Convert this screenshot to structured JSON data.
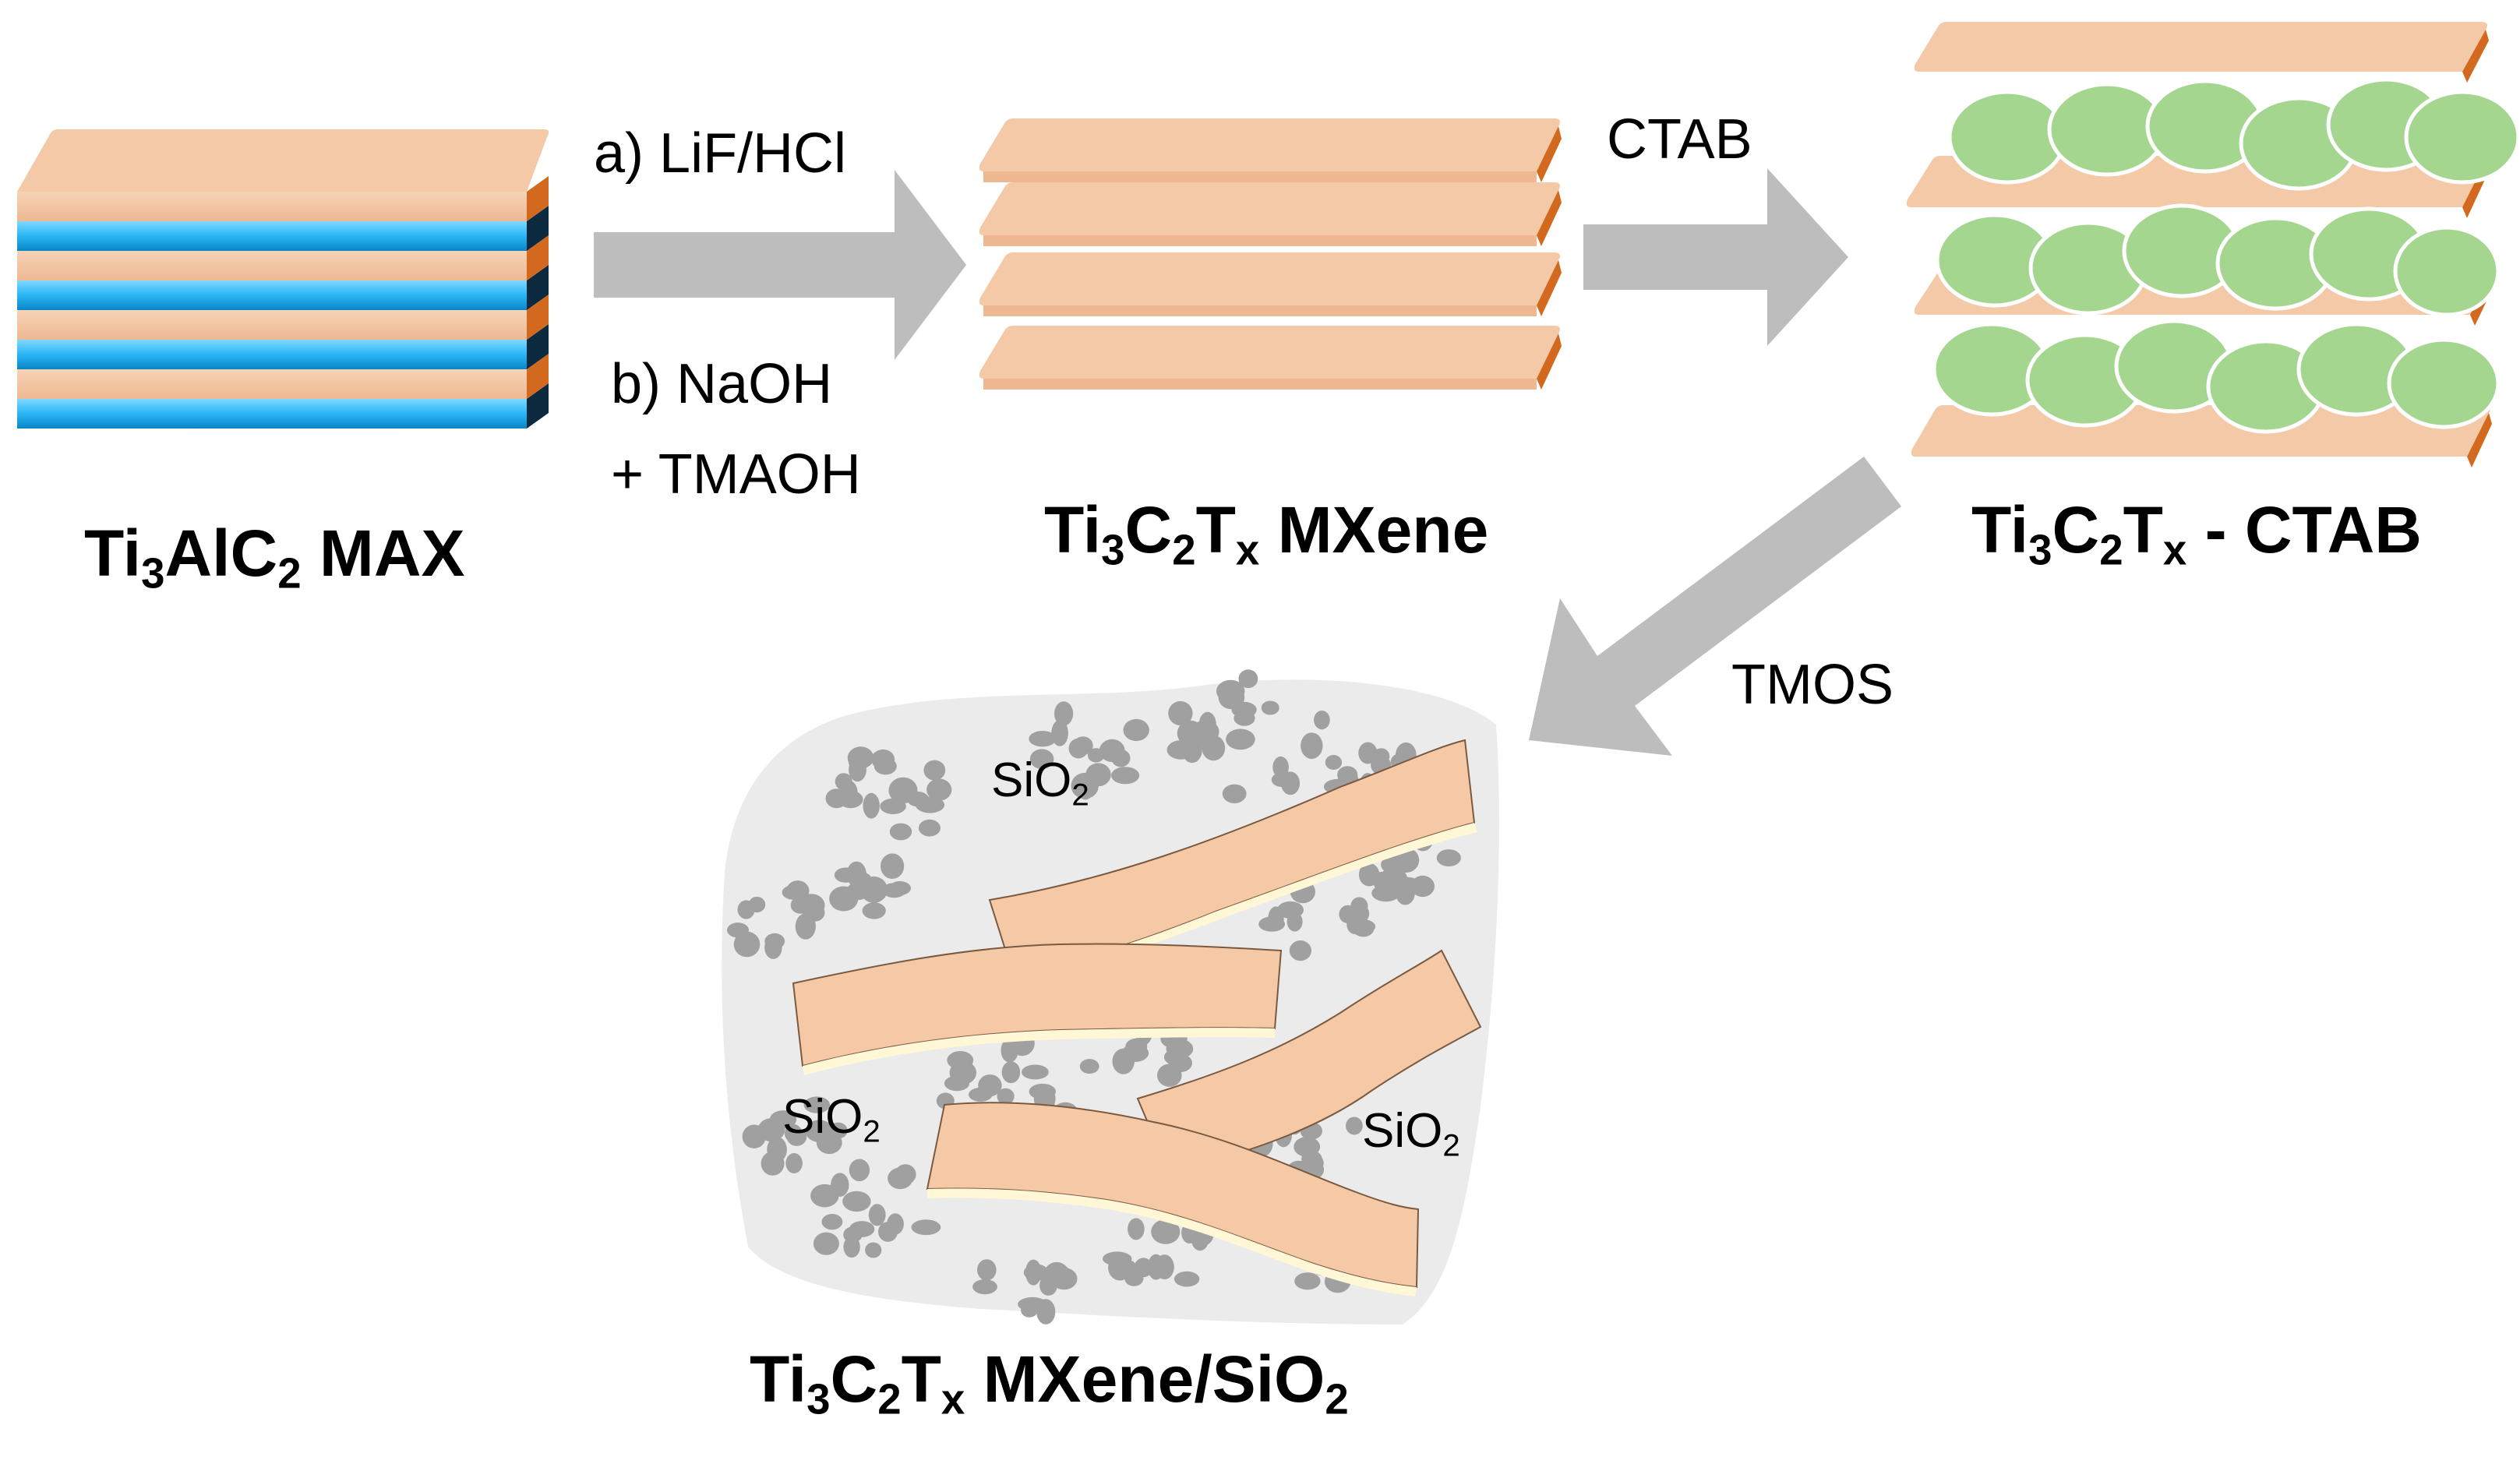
{
  "colors": {
    "layer_top": "#F4C9A7",
    "layer_side": "#D2691E",
    "al_layer": "#29B6F6",
    "al_side": "#0B2A40",
    "ctab": "#A5D68F",
    "arrow": "#BDBDBD",
    "silica": "#A0A0A0",
    "matrix": "#EBEBEB"
  },
  "stages": {
    "max": {
      "main": "Ti",
      "s1": "3",
      "m1": "AlC",
      "s2": "2",
      "m2": " MAX"
    },
    "mxene": {
      "main": "Ti",
      "s1": "3",
      "m1": "C",
      "s2": "2",
      "m2": "T",
      "s3": "x",
      "m3": " MXene"
    },
    "ctab": {
      "main": "Ti",
      "s1": "3",
      "m1": "C",
      "s2": "2",
      "m2": "T",
      "s3": "x",
      "m3": " - CTAB"
    },
    "composite": {
      "main": "Ti",
      "s1": "3",
      "m1": "C",
      "s2": "2",
      "m2": "T",
      "s3": "x",
      "m3": " MXene/SiO",
      "s4": "2"
    }
  },
  "steps": {
    "etch_a": "a) LiF/HCl",
    "etch_b1": "b) NaOH",
    "etch_b2": "+ TMAOH",
    "intercalation": "CTAB",
    "silica": "TMOS"
  },
  "silica_labels": {
    "main": "SiO",
    "sub": "2"
  },
  "icons": [
    "layered-max-phase-icon",
    "mxene-stack-icon",
    "ctab-intercalated-stack-icon",
    "mxene-silica-composite-icon",
    "process-arrow-icon"
  ]
}
